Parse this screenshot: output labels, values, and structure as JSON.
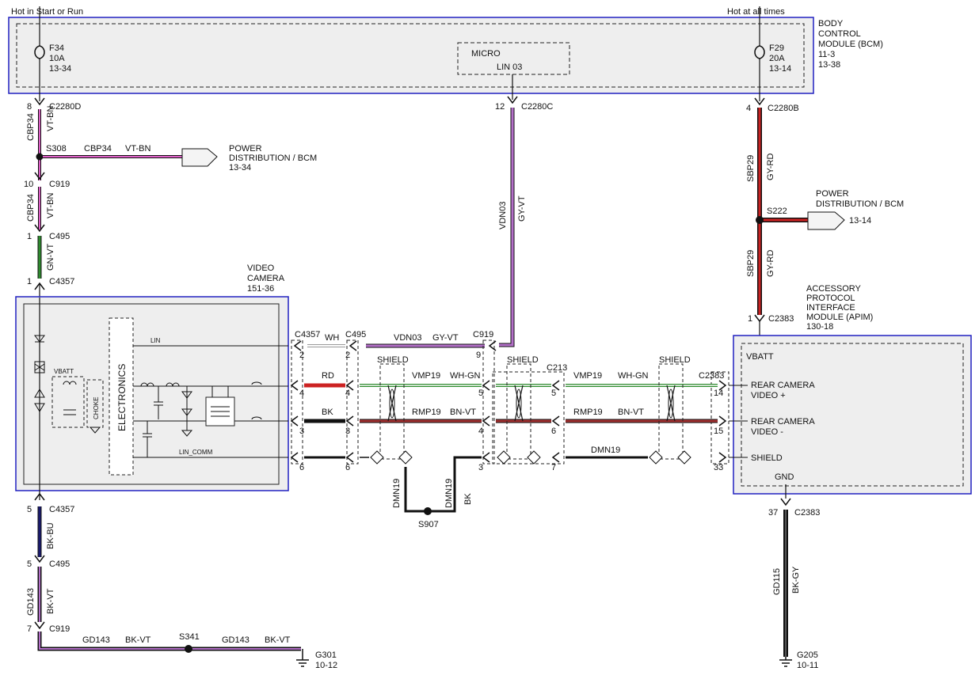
{
  "power_labels": {
    "hot_start_run": "Hot in Start or Run",
    "hot_all_times": "Hot at all times"
  },
  "bcm": {
    "l1": "BODY",
    "l2": "CONTROL",
    "l3": "MODULE (BCM)",
    "l4": "11-3",
    "l5": "13-38",
    "micro": "MICRO",
    "lin": "LIN 03"
  },
  "fuses": {
    "f34": {
      "name": "F34",
      "rating": "10A",
      "ref": "13-34"
    },
    "f29": {
      "name": "F29",
      "rating": "20A",
      "ref": "13-14"
    }
  },
  "connectors": {
    "c2280d": "C2280D",
    "c2280c": "C2280C",
    "c2280b": "C2280B",
    "c919": "C919",
    "c495": "C495",
    "c4357": "C4357",
    "c213": "C213",
    "c2383": "C2383"
  },
  "pins": {
    "p8": "8",
    "p10": "10",
    "p1": "1",
    "p5": "5",
    "p7": "7",
    "p12": "12",
    "p4": "4",
    "p37": "37",
    "v2a": "2",
    "v2b": "2",
    "v9": "9",
    "v4a": "4",
    "v4b": "4",
    "v5a": "5",
    "v5b": "5",
    "v14": "14",
    "v3a": "3",
    "v3b": "3",
    "v4c": "4",
    "v6a": "6",
    "v15": "15",
    "v6b": "6",
    "v6c": "6",
    "v3c": "3",
    "v7": "7",
    "v33": "33"
  },
  "circuits": {
    "cbp34": "CBP34",
    "vtbn": "VT-BN",
    "gnvt": "GN-VT",
    "bkbu": "BK-BU",
    "gd143": "GD143",
    "bkvt": "BK-VT",
    "vdn03": "VDN03",
    "gyvt": "GY-VT",
    "sbp29": "SBP29",
    "gyrd": "GY-RD",
    "wh": "WH",
    "rd": "RD",
    "bk": "BK",
    "vmp19": "VMP19",
    "whgn": "WH-GN",
    "rmp19": "RMP19",
    "bnvt": "BN-VT",
    "dmn19": "DMN19",
    "gd115": "GD115",
    "bkgy": "BK-GY"
  },
  "splices": {
    "s308": "S308",
    "s222": "S222",
    "s907": "S907",
    "s341": "S341"
  },
  "grounds": {
    "g301": {
      "name": "G301",
      "ref": "10-12"
    },
    "g205": {
      "name": "G205",
      "ref": "10-11"
    }
  },
  "power_dist": {
    "l1": "POWER",
    "l2": "DISTRIBUTION / BCM",
    "ref_left": "13-34",
    "ref_right": "13-14"
  },
  "camera": {
    "l1": "VIDEO",
    "l2": "CAMERA",
    "ref": "151-36",
    "electronics": "ELECTRONICS",
    "vbatt": "VBATT",
    "choke": "CHOKE",
    "lin": "LIN",
    "lin_comm": "LIN_COMM"
  },
  "apim": {
    "l1": "ACCESSORY",
    "l2": "PROTOCOL",
    "l3": "INTERFACE",
    "l4": "MODULE (APIM)",
    "ref": "130-18",
    "vbatt": "VBATT",
    "video_p1": "REAR CAMERA",
    "video_p2": "VIDEO +",
    "video_m1": "REAR CAMERA",
    "video_m2": "VIDEO -",
    "shield": "SHIELD",
    "gnd": "GND"
  },
  "shield": "SHIELD",
  "colors": {
    "violet": "#b36fc8",
    "pink": "#e060c8",
    "red": "#cc2222",
    "darkred": "#a03030",
    "green": "#2e8b2e",
    "module_border": "#2020c0",
    "module_fill": "#eeeeee"
  }
}
